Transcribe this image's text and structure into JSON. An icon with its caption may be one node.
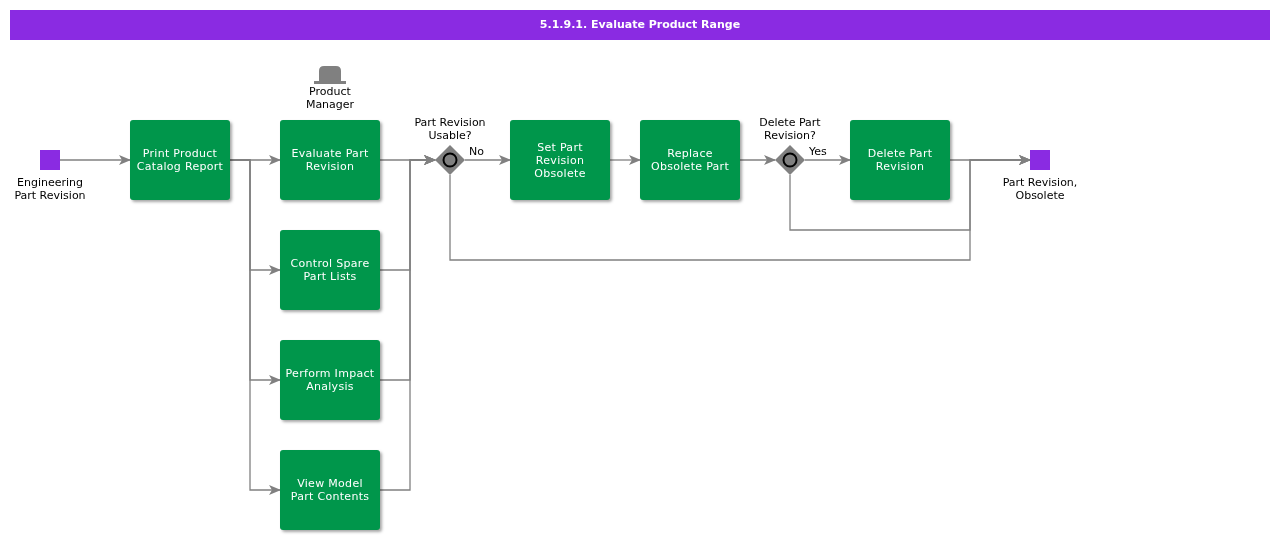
{
  "diagram": {
    "title": "5.1.9.1. Evaluate Product Range",
    "nodes": [
      {
        "text": [
          "Engineering Part Revision"
        ]
      },
      {
        "text": [
          "Print Product Catalog Report"
        ]
      },
      {
        "text": [
          "Evaluate Part Revision"
        ],
        "beside": [
          "Product Manager"
        ]
      },
      {
        "text": [
          "Control Spare Part Lists"
        ]
      },
      {
        "text": [
          "Perform Impact Analysis"
        ]
      },
      {
        "text": [
          "View Model Part Contents"
        ]
      },
      {
        "text": [
          "Part Revision Usable?"
        ]
      },
      {
        "text": [
          "Set Part Revision Obsolete"
        ]
      },
      {
        "text": [
          "Replace Obsolete Part"
        ]
      },
      {
        "text": [
          "Delete Part Revision?"
        ]
      },
      {
        "text": [
          "Delete Part Revision"
        ]
      },
      {
        "text": [
          "Part Revision, Obsolete"
        ]
      }
    ],
    "edges": [
      {
        "from": 0,
        "to": 1,
        "arrow": "to"
      },
      {
        "from": 1,
        "to": 2,
        "arrow": "to"
      },
      {
        "from": 1,
        "to": 3,
        "arrow": "to"
      },
      {
        "from": 1,
        "to": 4,
        "arrow": "to"
      },
      {
        "from": 1,
        "to": 5,
        "arrow": "to"
      },
      {
        "from": 2,
        "to": 6,
        "arrow": "to"
      },
      {
        "from": 3,
        "to": 6,
        "arrow": "to"
      },
      {
        "from": 4,
        "to": 6,
        "arrow": "to"
      },
      {
        "from": 5,
        "to": 6,
        "arrow": "to"
      },
      {
        "from": 6,
        "to": 7,
        "label": "No",
        "arrow": "to"
      },
      {
        "from": 7,
        "to": 8,
        "arrow": "to"
      },
      {
        "from": 8,
        "to": 9,
        "arrow": "to"
      },
      {
        "from": 9,
        "to": 10,
        "label": "Yes",
        "arrow": "to"
      },
      {
        "from": 10,
        "to": 11,
        "arrow": "to"
      },
      {
        "from": 9,
        "to": 11,
        "arrow": "to"
      },
      {
        "from": 6,
        "to": 11,
        "arrow": "to"
      }
    ]
  }
}
